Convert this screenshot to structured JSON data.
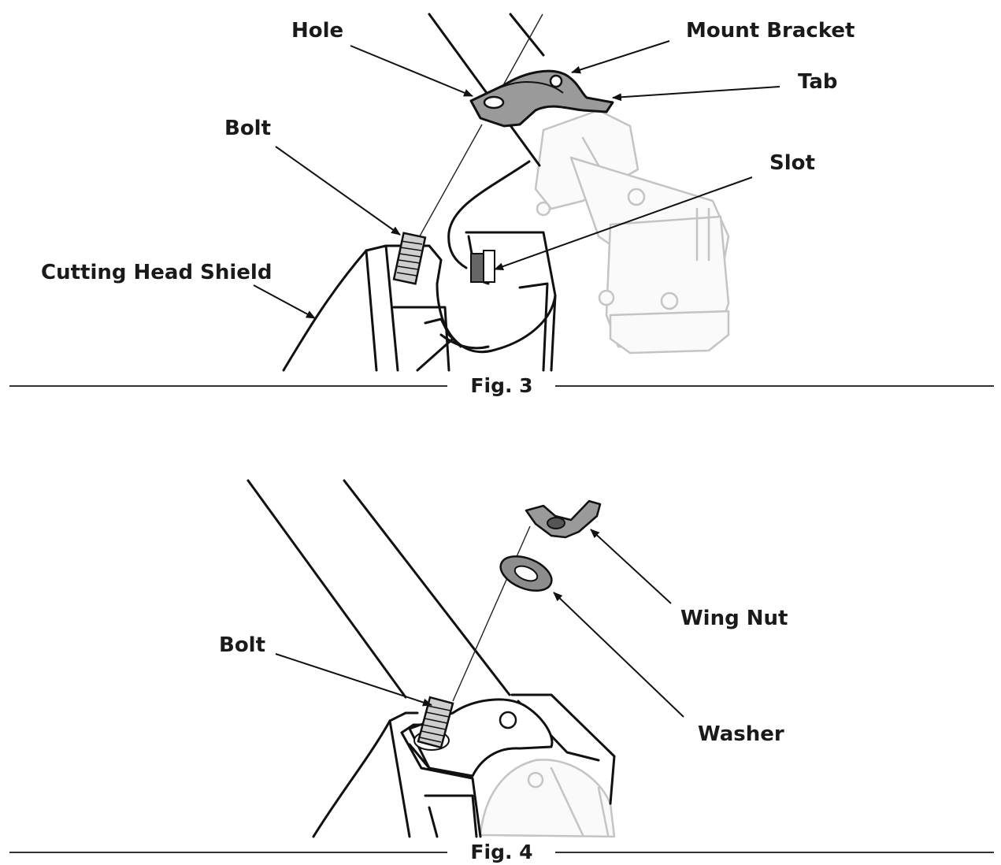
{
  "fig3": {
    "caption": "Fig. 3",
    "labels": {
      "hole": "Hole",
      "mount_bracket": "Mount Bracket",
      "tab": "Tab",
      "bolt": "Bolt",
      "slot": "Slot",
      "cutting_head_shield": "Cutting Head Shield"
    }
  },
  "fig4": {
    "caption": "Fig. 4",
    "labels": {
      "bolt": "Bolt",
      "wing_nut": "Wing Nut",
      "washer": "Washer"
    }
  }
}
